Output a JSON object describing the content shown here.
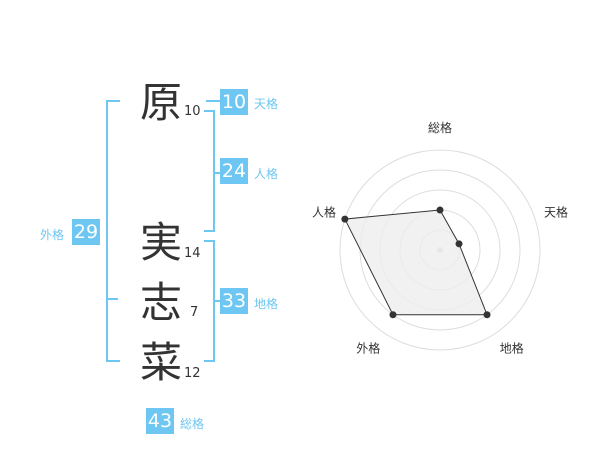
{
  "name": {
    "characters": [
      {
        "char": "原",
        "strokes": "10"
      },
      {
        "char": "実",
        "strokes": "14"
      },
      {
        "char": "志",
        "strokes": "7"
      },
      {
        "char": "菜",
        "strokes": "12"
      }
    ]
  },
  "fortunes": {
    "tenkaku": {
      "value": "10",
      "label": "天格"
    },
    "jinkaku": {
      "value": "24",
      "label": "人格"
    },
    "chikaku": {
      "value": "33",
      "label": "地格"
    },
    "gaikaku": {
      "value": "29",
      "label": "外格"
    },
    "soukaku": {
      "value": "43",
      "label": "総格"
    }
  },
  "chart_data": {
    "type": "radar",
    "categories": [
      "総格",
      "天格",
      "地格",
      "外格",
      "人格"
    ],
    "values": [
      2,
      1,
      4,
      4,
      5
    ],
    "rmax": 5,
    "grid": true,
    "colors": {
      "fill": "#eeeeee",
      "line": "#333333",
      "grid": "#dddddd",
      "point": "#333333"
    }
  }
}
